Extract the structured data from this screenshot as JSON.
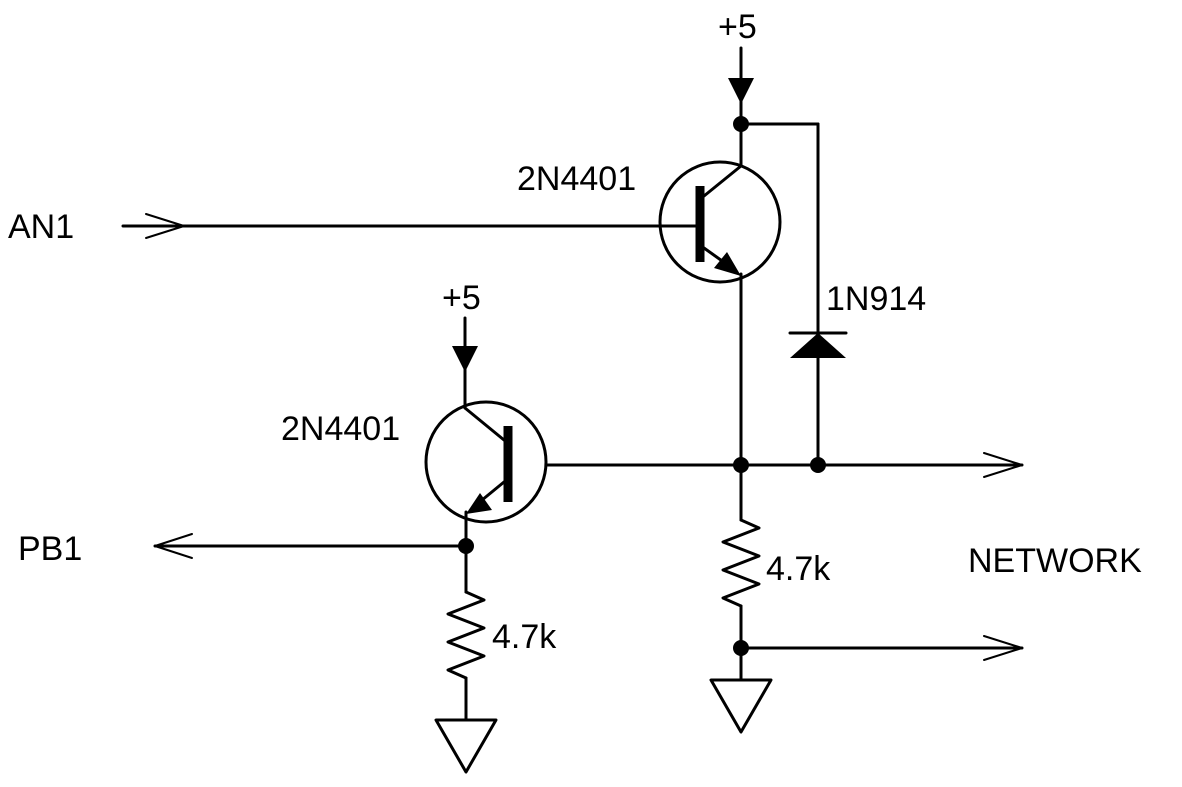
{
  "supply_top": "+5",
  "supply_mid": "+5",
  "input_an1": "AN1",
  "output_pb1": "PB1",
  "transistor_top": "2N4401",
  "transistor_bottom": "2N4401",
  "diode": "1N914",
  "resistor_left": "4.7k",
  "resistor_right": "4.7k",
  "network": "NETWORK"
}
